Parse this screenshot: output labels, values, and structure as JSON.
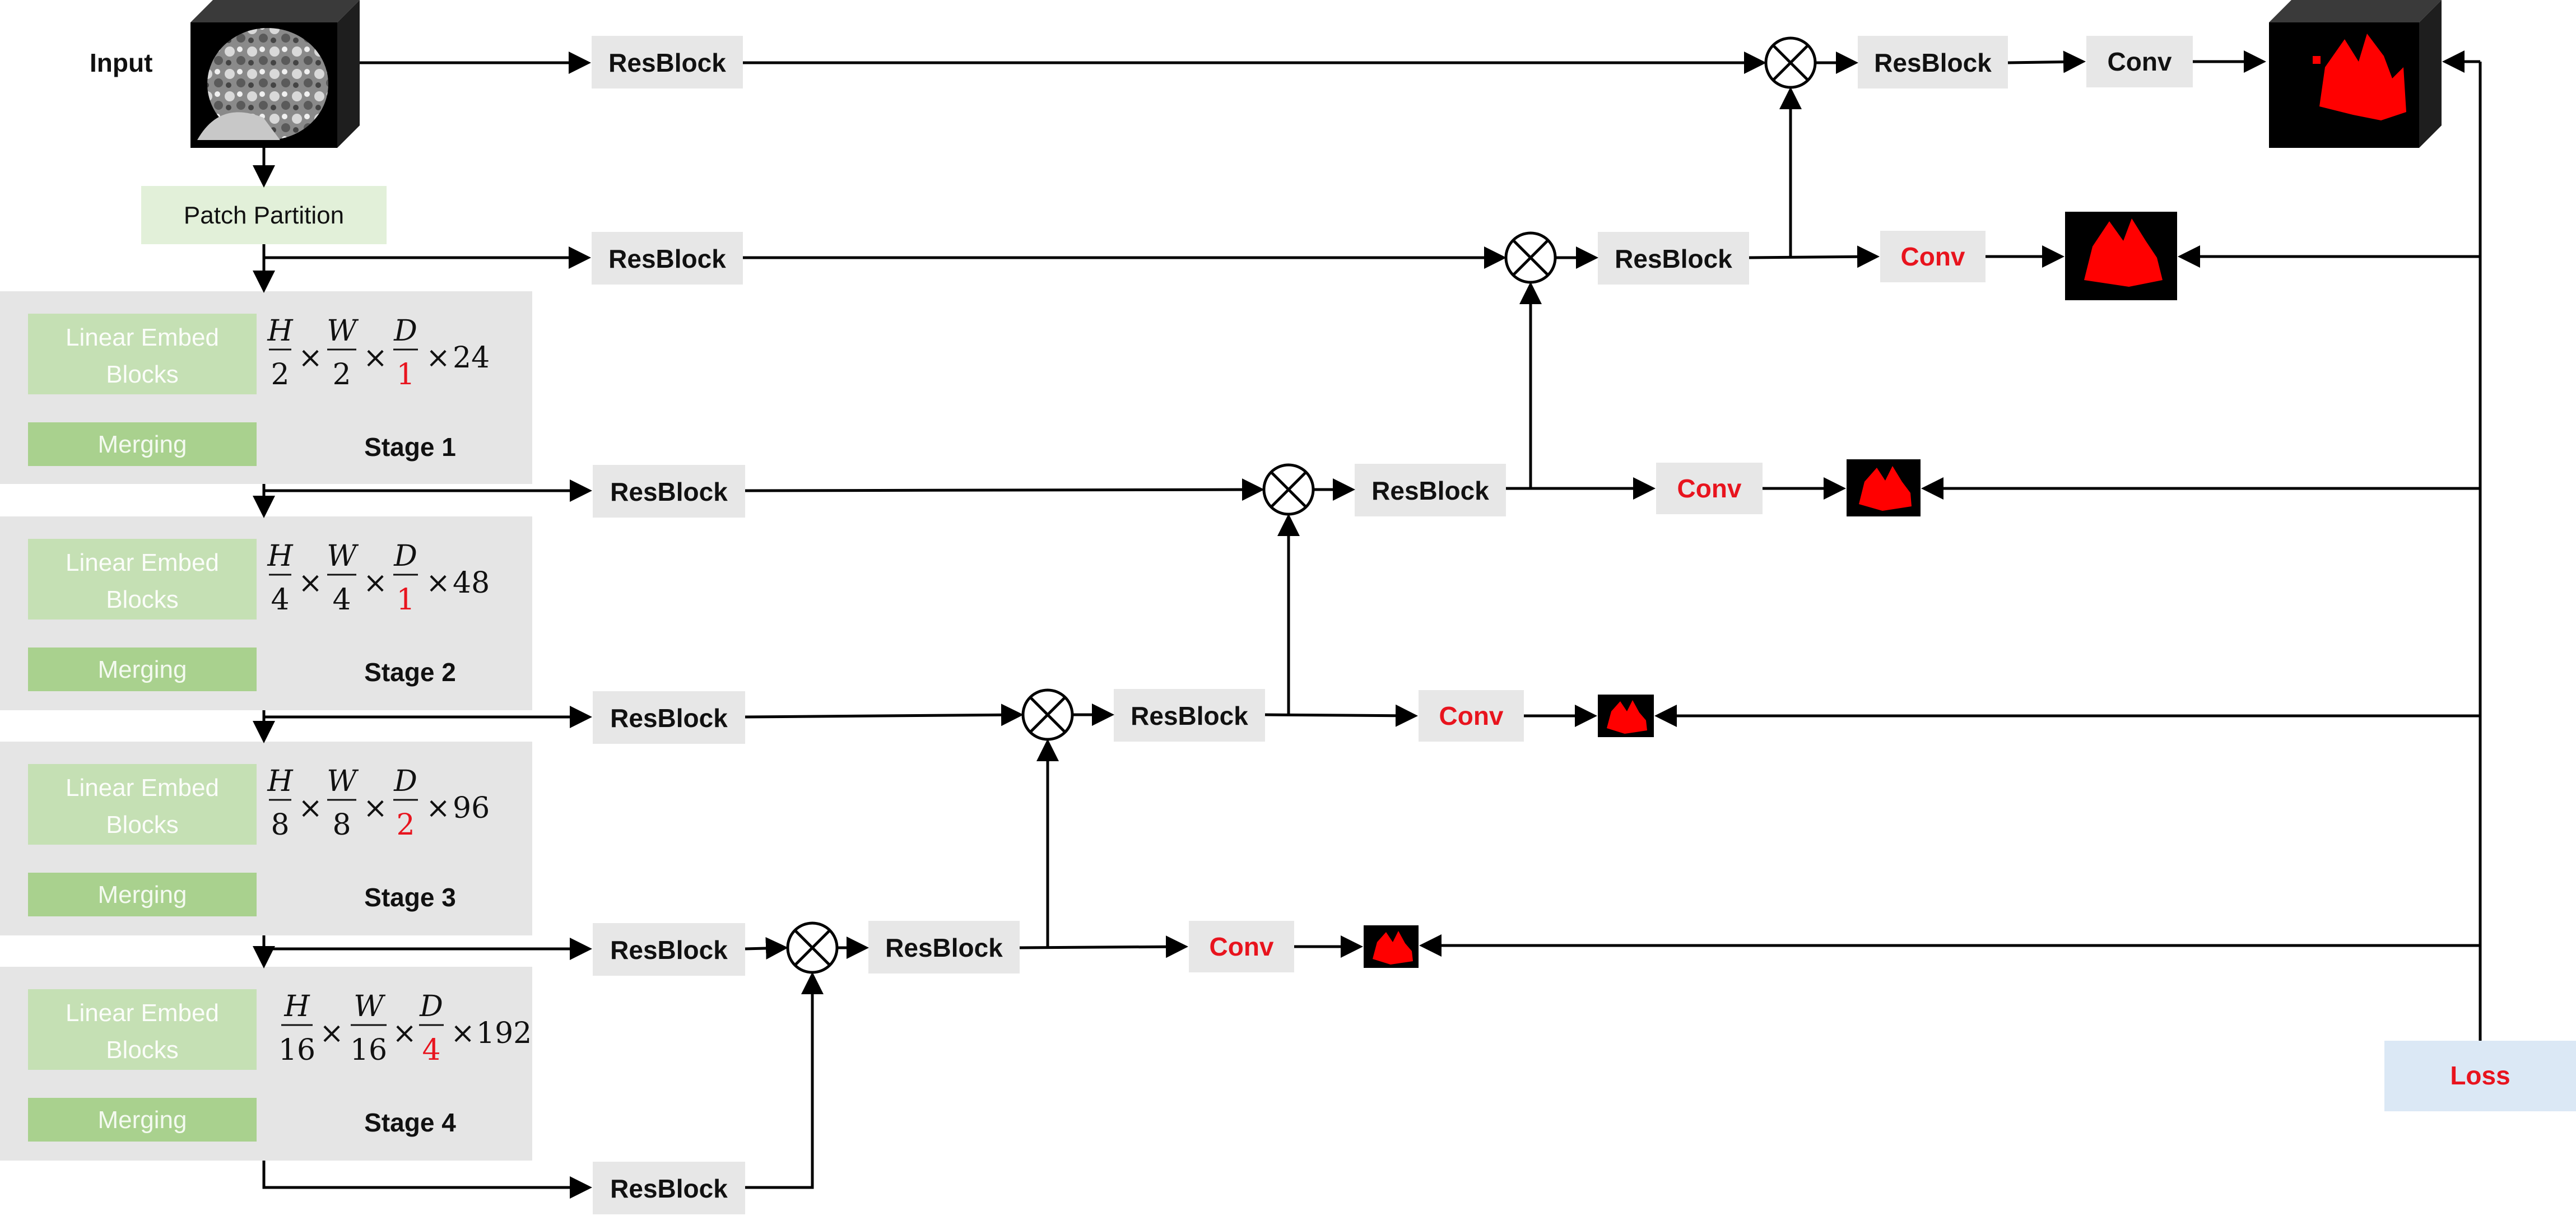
{
  "input": {
    "label": "Input"
  },
  "patch_partition": {
    "label": "Patch Partition"
  },
  "stages": [
    {
      "embed_line1": "Linear Embed",
      "embed_line2": "Blocks",
      "merging": "Merging",
      "name": "Stage 1",
      "h_den": "2",
      "w_den": "2",
      "d_den": "1",
      "channels": "24"
    },
    {
      "embed_line1": "Linear Embed",
      "embed_line2": "Blocks",
      "merging": "Merging",
      "name": "Stage 2",
      "h_den": "4",
      "w_den": "4",
      "d_den": "1",
      "channels": "48"
    },
    {
      "embed_line1": "Linear Embed",
      "embed_line2": "Blocks",
      "merging": "Merging",
      "name": "Stage 3",
      "h_den": "8",
      "w_den": "8",
      "d_den": "2",
      "channels": "96"
    },
    {
      "embed_line1": "Linear Embed",
      "embed_line2": "Blocks",
      "merging": "Merging",
      "name": "Stage 4",
      "h_den": "16",
      "w_den": "16",
      "d_den": "4",
      "channels": "192"
    }
  ],
  "math": {
    "h": "H",
    "w": "W",
    "d": "D",
    "times": "×"
  },
  "resblock": {
    "label": "ResBlock"
  },
  "conv": {
    "label": "Conv"
  },
  "loss": {
    "label": "Loss"
  },
  "colors": {
    "block_fill": "#e7e7e7",
    "stage_panel": "#e5e5e5",
    "embed_fill": "#c5e0b4",
    "merge_fill": "#a9d18e",
    "patch_fill": "#e2f0d9",
    "loss_fill": "#dbe8f5",
    "accent_red": "#e8141e"
  }
}
